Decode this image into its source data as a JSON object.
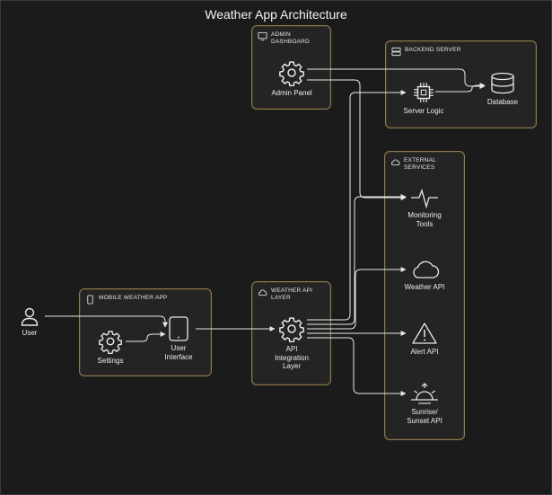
{
  "title": "Weather App Architecture",
  "groups": {
    "admin": {
      "label_lines": [
        "ADMIN",
        "DASHBOARD"
      ],
      "icon": "monitor-icon"
    },
    "backend": {
      "label_lines": [
        "BACKEND SERVER"
      ],
      "icon": "server-rack-icon"
    },
    "external": {
      "label_lines": [
        "EXTERNAL",
        "SERVICES"
      ],
      "icon": "cloud-icon"
    },
    "api_layer": {
      "label_lines": [
        "WEATHER API",
        "LAYER"
      ],
      "icon": "cloud-icon"
    },
    "mobile": {
      "label_lines": [
        "MOBILE WEATHER APP"
      ],
      "icon": "phone-icon"
    }
  },
  "nodes": {
    "user": {
      "label_lines": [
        "User"
      ],
      "icon": "user-icon"
    },
    "settings": {
      "label_lines": [
        "Settings"
      ],
      "icon": "gear-icon"
    },
    "user_interface": {
      "label_lines": [
        "User",
        "Interface"
      ],
      "icon": "tablet-icon"
    },
    "api_integration": {
      "label_lines": [
        "API",
        "Integration",
        "Layer"
      ],
      "icon": "gear-icon"
    },
    "admin_panel": {
      "label_lines": [
        "Admin Panel"
      ],
      "icon": "gear-icon"
    },
    "server_logic": {
      "label_lines": [
        "Server Logic"
      ],
      "icon": "cpu-chip-icon"
    },
    "database": {
      "label_lines": [
        "Database"
      ],
      "icon": "database-icon"
    },
    "monitoring": {
      "label_lines": [
        "Monitoring",
        "Tools"
      ],
      "icon": "pulse-icon"
    },
    "weather_api": {
      "label_lines": [
        "Weather API"
      ],
      "icon": "cloud-icon"
    },
    "alert_api": {
      "label_lines": [
        "Alert API"
      ],
      "icon": "warning-triangle-icon"
    },
    "sunrise_api": {
      "label_lines": [
        "Sunrise/",
        "Sunset API"
      ],
      "icon": "sunrise-icon"
    }
  },
  "colors": {
    "background": "#1b1b1b",
    "group_border": "#8c7a52",
    "line": "#e8e8e8",
    "text": "#ececec"
  }
}
